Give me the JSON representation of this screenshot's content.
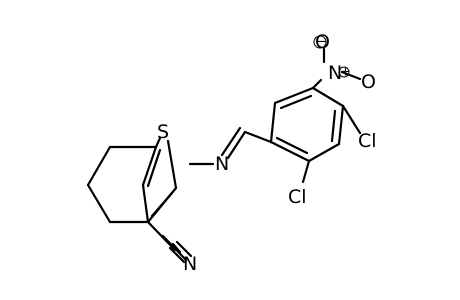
{
  "structure": {
    "atoms": {
      "sulfur": "S",
      "imine_nitrogen": "N",
      "nitrile_nitrogen": "N",
      "nitro_nitrogen": "N",
      "nitro_oxygen_top": "O",
      "nitro_oxygen_right": "O",
      "chlorine_upper": "Cl",
      "chlorine_lower": "Cl"
    },
    "charges": {
      "nitro_nitrogen_charge": "+",
      "nitro_oxygen_charge": "−"
    }
  }
}
